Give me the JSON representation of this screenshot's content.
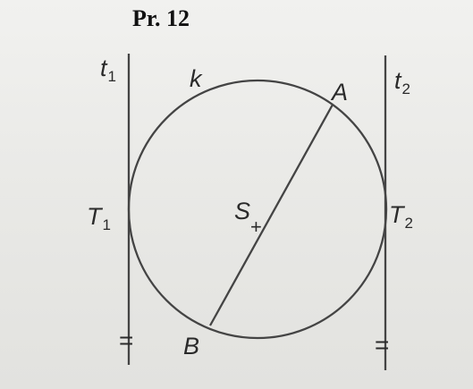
{
  "title": "Pr. 12",
  "labels": {
    "tangent_1": {
      "main": "t",
      "sub": "1"
    },
    "tangent_2": {
      "main": "t",
      "sub": "2"
    },
    "circle": "k",
    "point_a": "A",
    "point_b": "B",
    "touch_1": {
      "main": "T",
      "sub": "1"
    },
    "touch_2": {
      "main": "T",
      "sub": "2"
    },
    "center": "S",
    "center_mark": "+",
    "parallel_mark_1": "=",
    "parallel_mark_2": "="
  },
  "colors": {
    "ink": "#444444",
    "paper": "#ebebe9"
  }
}
